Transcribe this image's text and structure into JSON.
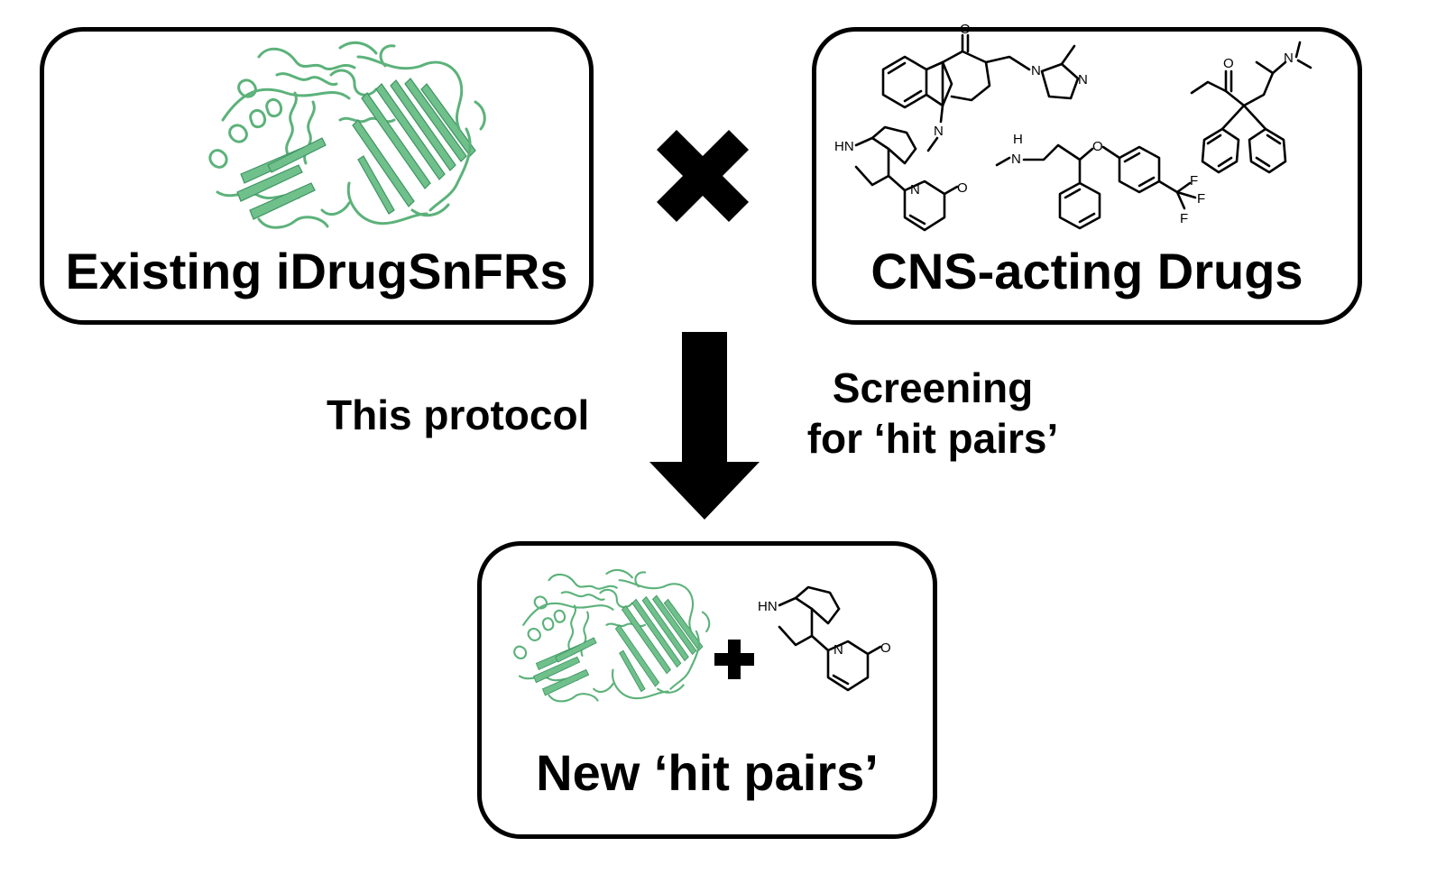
{
  "diagram": {
    "existing_box": {
      "title": "Existing iDrugSnFRs",
      "icon": "protein-structure-icon"
    },
    "cns_box": {
      "title": "CNS-acting Drugs",
      "atoms": {
        "oxygen": "O",
        "nitrogen": "N",
        "amine": "HN",
        "nh": "H",
        "fluorine": "F"
      }
    },
    "cross_symbol": "times-icon",
    "arrow": "down-arrow-icon",
    "left_label": "This protocol",
    "right_label_line1": "Screening",
    "right_label_line2": "for ‘hit pairs’",
    "new_box": {
      "title": "New ‘hit pairs’",
      "plus_symbol": "plus-icon"
    },
    "colors": {
      "protein": "#5cb27a",
      "outline": "#000000"
    }
  }
}
